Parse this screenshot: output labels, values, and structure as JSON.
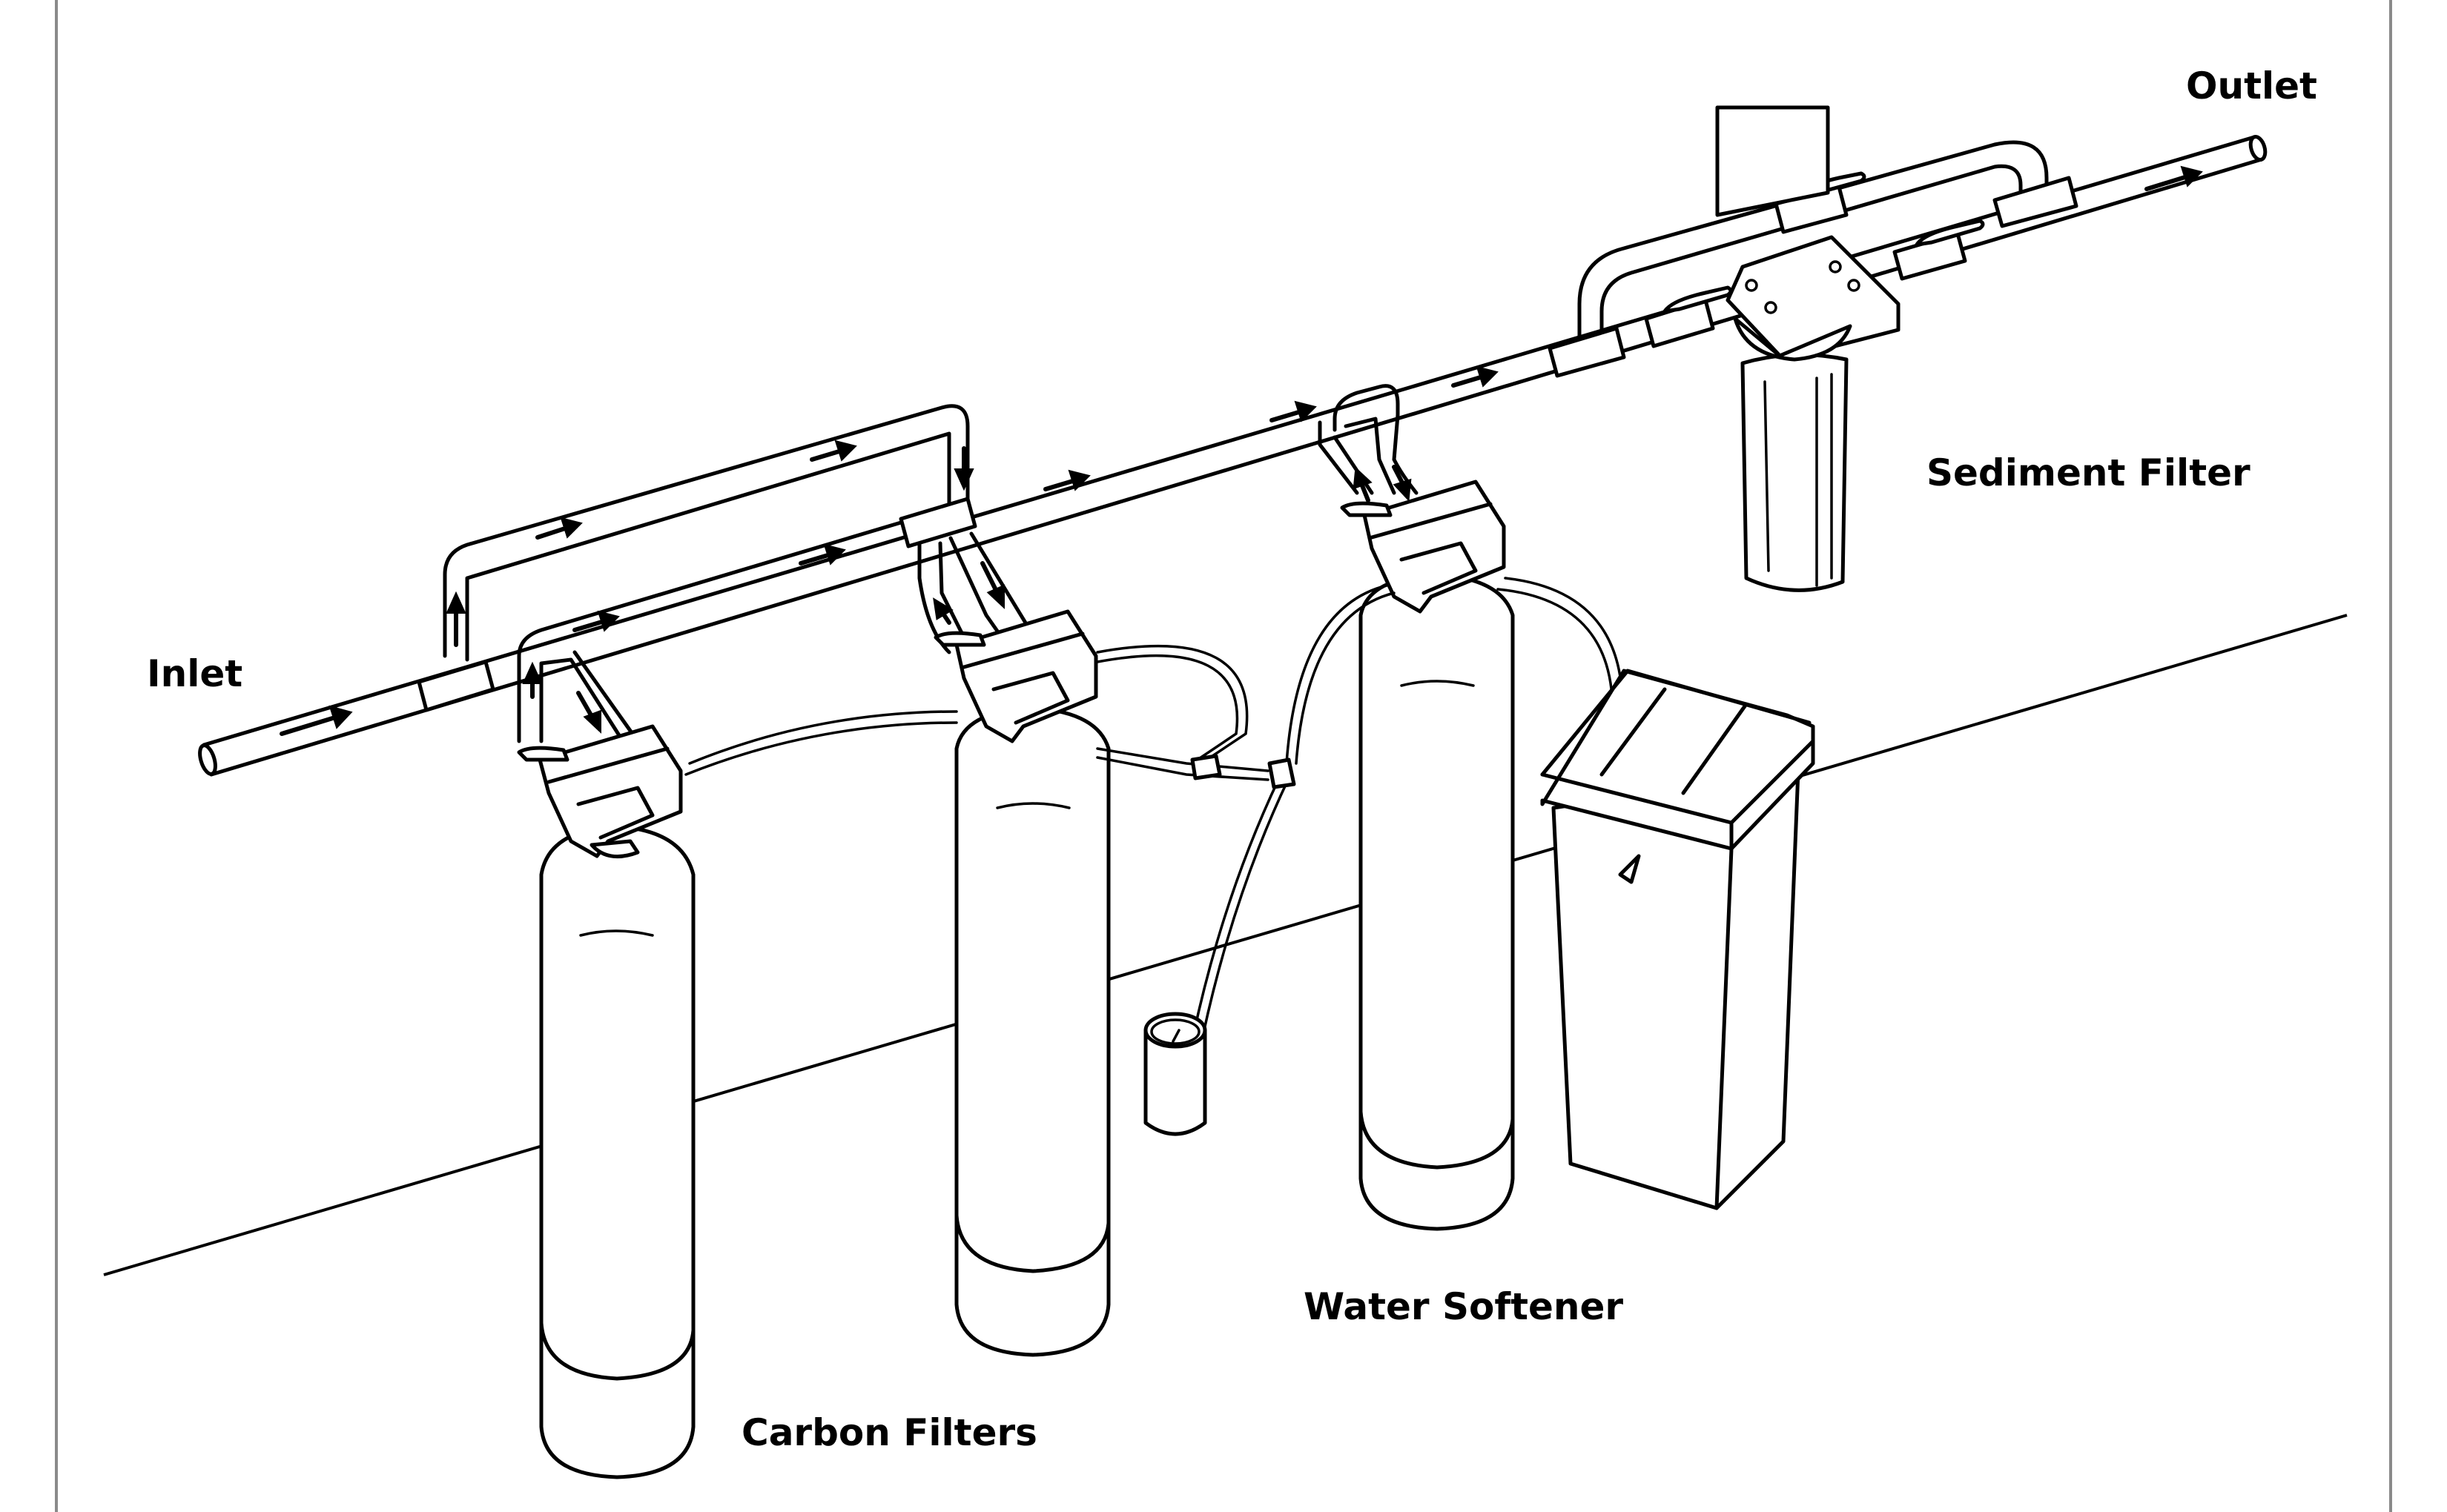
{
  "diagram": {
    "title": "Whole-house water treatment system",
    "labels": {
      "inlet": "Inlet",
      "outlet": "Outlet",
      "sediment_filter": "Sediment Filter",
      "water_softener": "Water Softener",
      "carbon_filters": "Carbon Filters"
    },
    "components": [
      {
        "id": "inlet-pipe",
        "name": "Inlet"
      },
      {
        "id": "carbon-filter-1",
        "name": "Carbon Filter"
      },
      {
        "id": "carbon-filter-2",
        "name": "Carbon Filter"
      },
      {
        "id": "water-softener-tank",
        "name": "Water Softener"
      },
      {
        "id": "brine-tank",
        "name": "Brine Tank"
      },
      {
        "id": "drain-cup",
        "name": "Drain"
      },
      {
        "id": "sediment-filter",
        "name": "Sediment Filter"
      },
      {
        "id": "outlet-pipe",
        "name": "Outlet"
      }
    ],
    "flow_direction": "left-to-right",
    "colors": {
      "line": "#000000",
      "background": "#ffffff",
      "frame": "#8a8a8a"
    }
  }
}
